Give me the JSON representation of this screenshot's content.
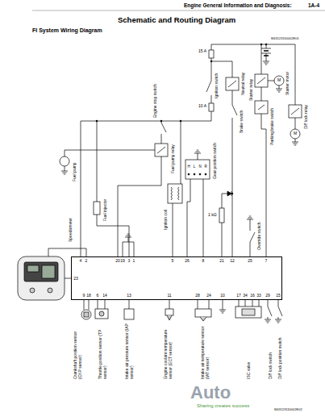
{
  "diagram": {
    "title": "Schematic and Routing Diagram",
    "nodes": [
      {
        "text": [
          "4",
          "2",
          "20",
          "19",
          "3",
          "1",
          "5",
          "26",
          "8",
          "21",
          "12",
          "25",
          "7",
          "23",
          "9",
          "18",
          "6",
          "14",
          "13",
          "11",
          "28",
          "24",
          "10",
          "17",
          "34",
          "16",
          "33",
          "29",
          "15"
        ]
      }
    ],
    "labels": [
      "Engine General Information and Diagnosis:",
      "1A-4",
      "FI System Wiring Diagram",
      "I663123110002E01",
      "15 A",
      "10 A",
      "Ignition switch",
      "Starter relay",
      "Starter motor",
      "M",
      "Neutral relay",
      "Brake switch",
      "Parking brake switch",
      "Diff lock relay",
      "M",
      "Engine stop switch",
      "Fuel pump relay",
      "Fuel pump",
      "Fuel injector",
      "Ignition coil",
      "Gear position switch",
      "H",
      "L",
      "N",
      "R",
      "1 kΩ",
      "Override switch",
      "Speedometer",
      "Crankshaft position sensor (CKP sensor)",
      "Throttle position sensor (TP sensor)",
      "Intake air pressure sensor (IAP sensor)",
      "Engine coolant temperature sensor (ECT sensor)",
      "Intake air temperature sensor (IAT sensor)",
      "ISC valve",
      "Diff lock switch",
      "Diff lock position switch",
      "Auto",
      "Sharing creates success",
      "I663123110002E02"
    ]
  }
}
